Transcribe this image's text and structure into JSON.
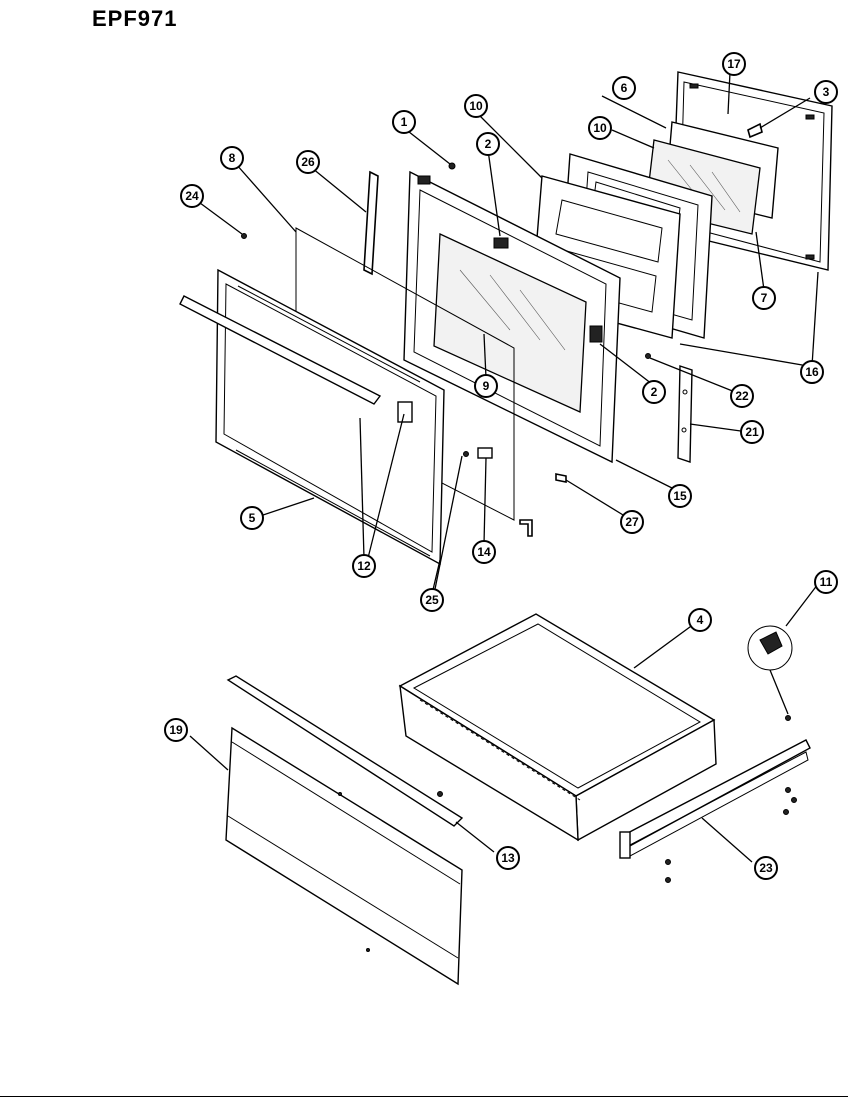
{
  "model": "EPF971",
  "callouts": [
    "1",
    "2",
    "3",
    "4",
    "5",
    "6",
    "7",
    "8",
    "9",
    "10",
    "11",
    "12",
    "13",
    "14",
    "15",
    "16",
    "17",
    "19",
    "21",
    "22",
    "23",
    "24",
    "25",
    "26",
    "27"
  ]
}
